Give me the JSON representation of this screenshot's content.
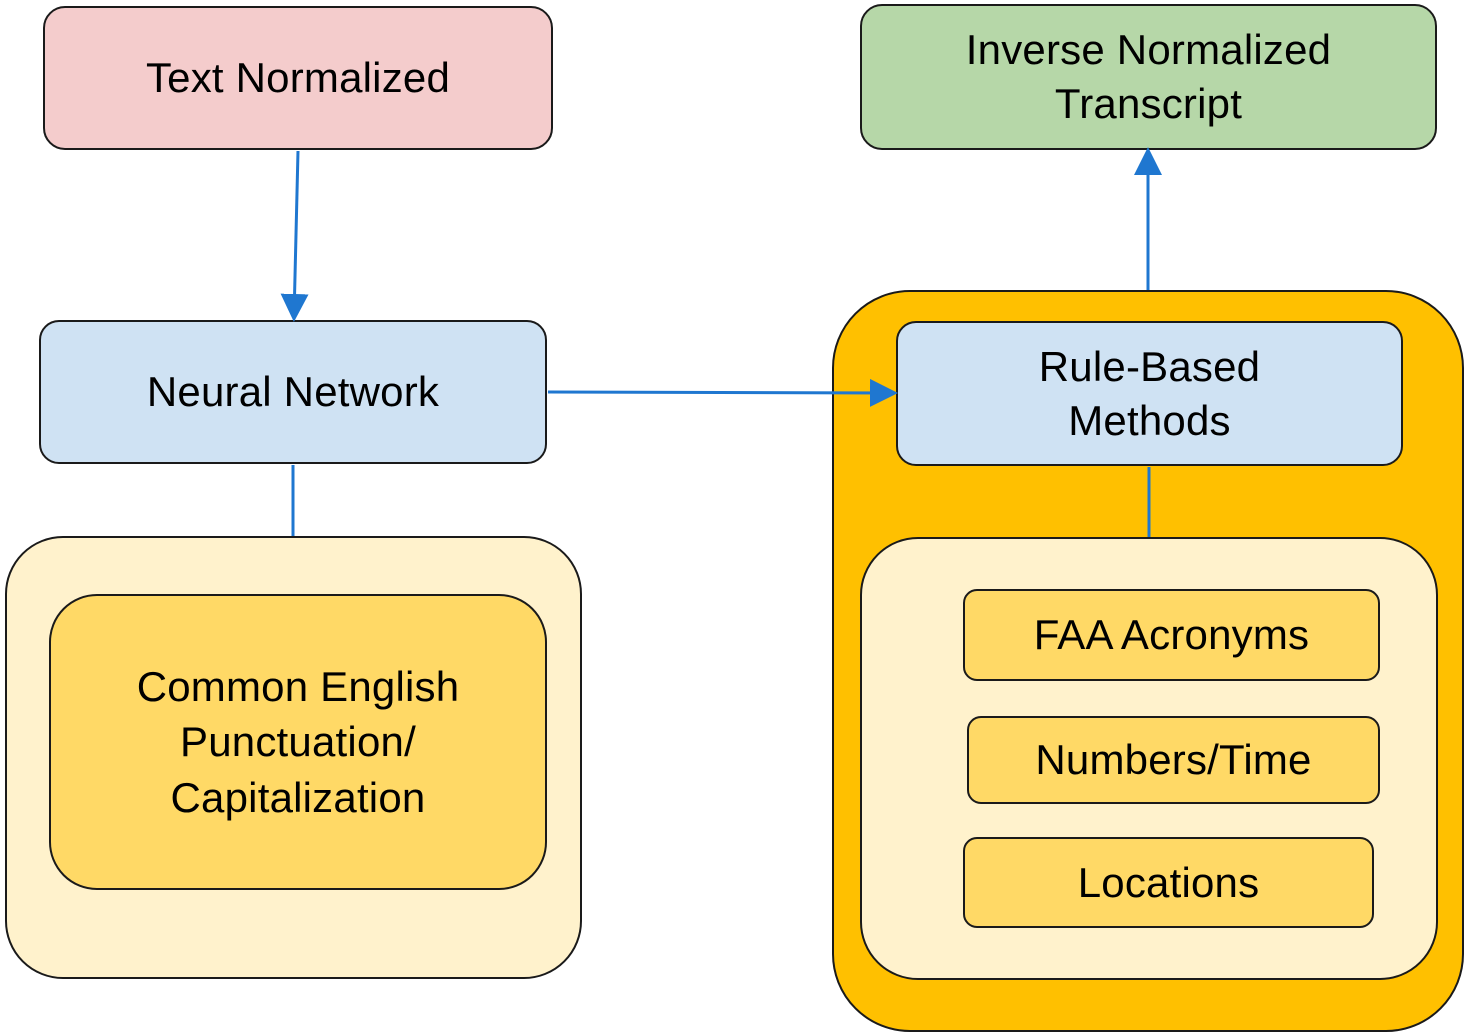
{
  "nodes": {
    "text_normalized": "Text Normalized",
    "inverse_normalized_transcript": "Inverse Normalized\nTranscript",
    "neural_network": "Neural Network",
    "rule_based_methods": "Rule-Based\nMethods",
    "common_english": "Common English\nPunctuation/\nCapitalization",
    "faa_acronyms": "FAA Acronyms",
    "numbers_time": "Numbers/Time",
    "locations": "Locations"
  },
  "colors": {
    "pink": "#f4cccc",
    "green": "#b6d7a8",
    "blue": "#cfe2f3",
    "cream": "#fff2cc",
    "gold": "#ffd966",
    "amber": "#ffc000",
    "connector": "#1f77d0"
  },
  "edges": [
    {
      "from": "text_normalized",
      "to": "neural_network",
      "arrow": true
    },
    {
      "from": "neural_network",
      "to": "rule_based_methods",
      "arrow": true
    },
    {
      "from": "rule_based_methods",
      "to": "inverse_normalized_transcript",
      "arrow": true
    },
    {
      "from": "neural_network",
      "to": "common_english",
      "arrow": false
    },
    {
      "from": "rule_based_methods",
      "to": "rule_categories",
      "arrow": false
    }
  ]
}
